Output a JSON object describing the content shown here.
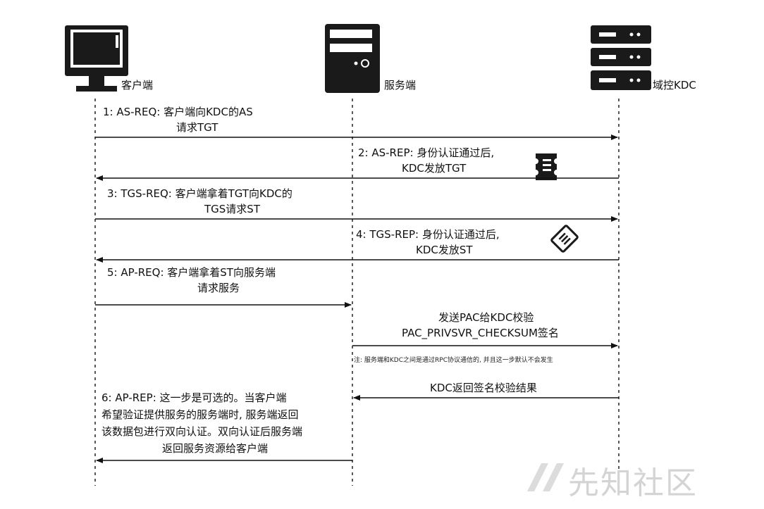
{
  "actors": {
    "client": "客户端",
    "server": "服务端",
    "kdc": "域控KDC"
  },
  "messages": [
    {
      "line1": "1: AS-REQ: 客户端向KDC的AS",
      "line2": "请求TGT"
    },
    {
      "line1": "2: AS-REP: 身份认证通过后,",
      "line2": "KDC发放TGT"
    },
    {
      "line1": "3: TGS-REQ: 客户端拿着TGT向KDC的",
      "line2": "TGS请求ST"
    },
    {
      "line1": "4: TGS-REP: 身份认证通过后,",
      "line2": "KDC发放ST"
    },
    {
      "line1": "5: AP-REQ: 客户端拿着ST向服务端",
      "line2": "请求服务"
    },
    {
      "line1": "发送PAC给KDC校验",
      "line2": "PAC_PRIVSVR_CHECKSUM签名"
    },
    {
      "line1": "KDC返回签名校验结果"
    },
    {
      "line1": "6: AP-REP: 这一步是可选的。当客户端",
      "line2": "希望验证提供服务的服务端时, 服务端返回",
      "line3": "该数据包进行双向认证。双向认证后服务端",
      "line4": "返回服务资源给客户端"
    }
  ],
  "note": "注: 服务端和KDC之间是通过RPC协议通信的, 并且这一步默认不会发生",
  "watermark": "先知社区",
  "icons": [
    "desktop-computer-icon",
    "tower-server-icon",
    "rack-server-icon",
    "ticket-icon",
    "rotated-ticket-icon"
  ]
}
